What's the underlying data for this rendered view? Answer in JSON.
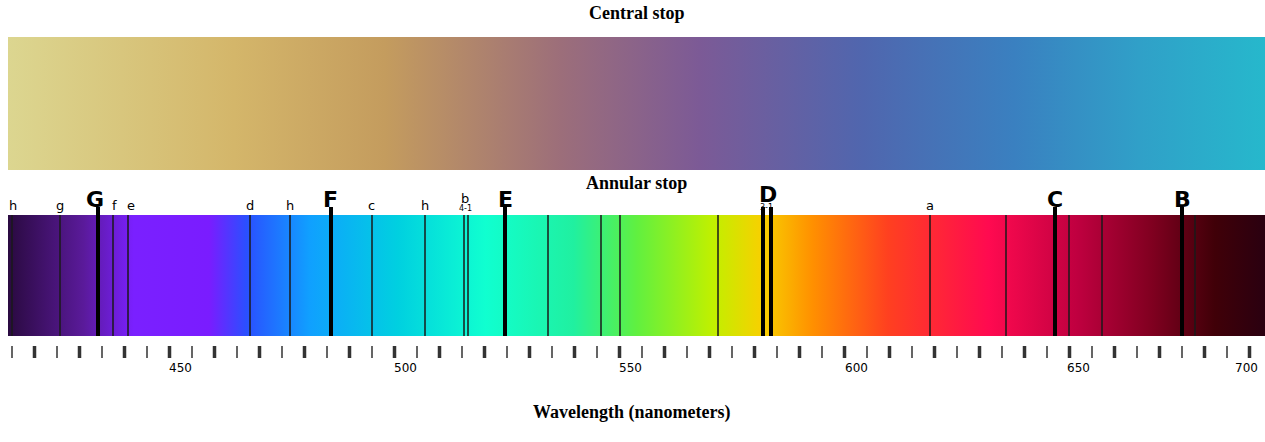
{
  "diagram": {
    "nodes": [
      {
        "text": [
          "Central stop"
        ]
      },
      {
        "text": [
          "Annular stop"
        ]
      }
    ],
    "labels": [
      "h",
      "g",
      "G",
      "f",
      "e",
      "d",
      "h",
      "F",
      "c",
      "h",
      "b",
      "4-1",
      "E",
      "D",
      "3-1",
      "a",
      "C",
      "B",
      "450",
      "500",
      "550",
      "600",
      "650",
      "700",
      "Wavelength (nanometers)"
    ]
  }
}
